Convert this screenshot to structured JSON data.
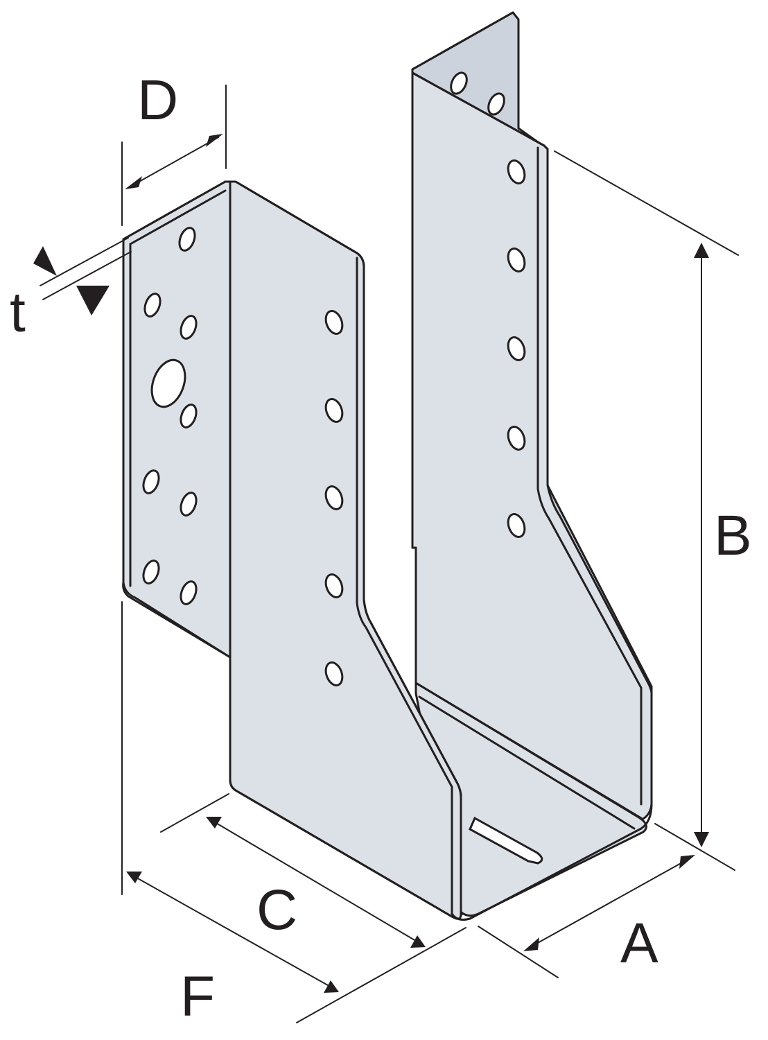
{
  "labels": {
    "A": "A",
    "B": "B",
    "C": "C",
    "D": "D",
    "F": "F",
    "t": "t"
  },
  "colors": {
    "metal": "#dce1e8",
    "outline": "#231f20",
    "background": "#ffffff"
  }
}
